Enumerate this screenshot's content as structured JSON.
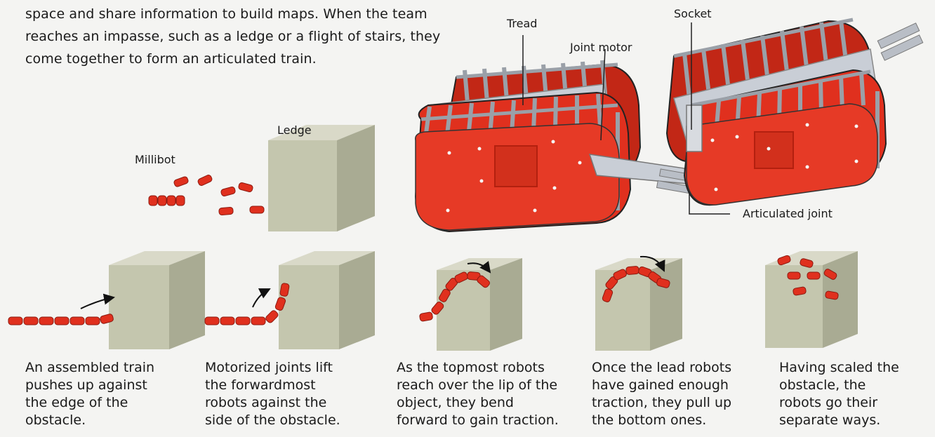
{
  "intro": {
    "lines": [
      "space and share information to build maps. When the team",
      "reaches an impasse, such as a ledge or a flight of stairs, they",
      "come together to form an articulated train."
    ]
  },
  "labels": {
    "tread": "Tread",
    "socket": "Socket",
    "joint_motor": "Joint motor",
    "articulated_joint": "Articulated joint",
    "ledge": "Ledge",
    "millibot": "Millibot"
  },
  "captions": [
    {
      "lines": [
        "An assembled train",
        "pushes up against",
        "the edge of the",
        "obstacle."
      ]
    },
    {
      "lines": [
        "Motorized joints lift",
        "the forwardmost",
        "robots against the",
        "side of the obstacle."
      ]
    },
    {
      "lines": [
        "As the topmost robots",
        "reach over the lip of the",
        "object, they bend",
        "forward to gain traction."
      ]
    },
    {
      "lines": [
        "Once the lead robots",
        "have gained enough",
        "traction, they pull up",
        "the bottom ones."
      ]
    },
    {
      "lines": [
        "Having scaled the",
        "obstacle, the",
        "robots go their",
        "separate ways."
      ]
    }
  ],
  "colors": {
    "robot": "#e0301e",
    "robot_dark": "#8c1a10",
    "cube_top": "#d9d9c8",
    "cube_front": "#c4c6ae",
    "cube_side": "#a9ab93",
    "rung": "#9aa0a8",
    "plate": "#c9ced6"
  }
}
